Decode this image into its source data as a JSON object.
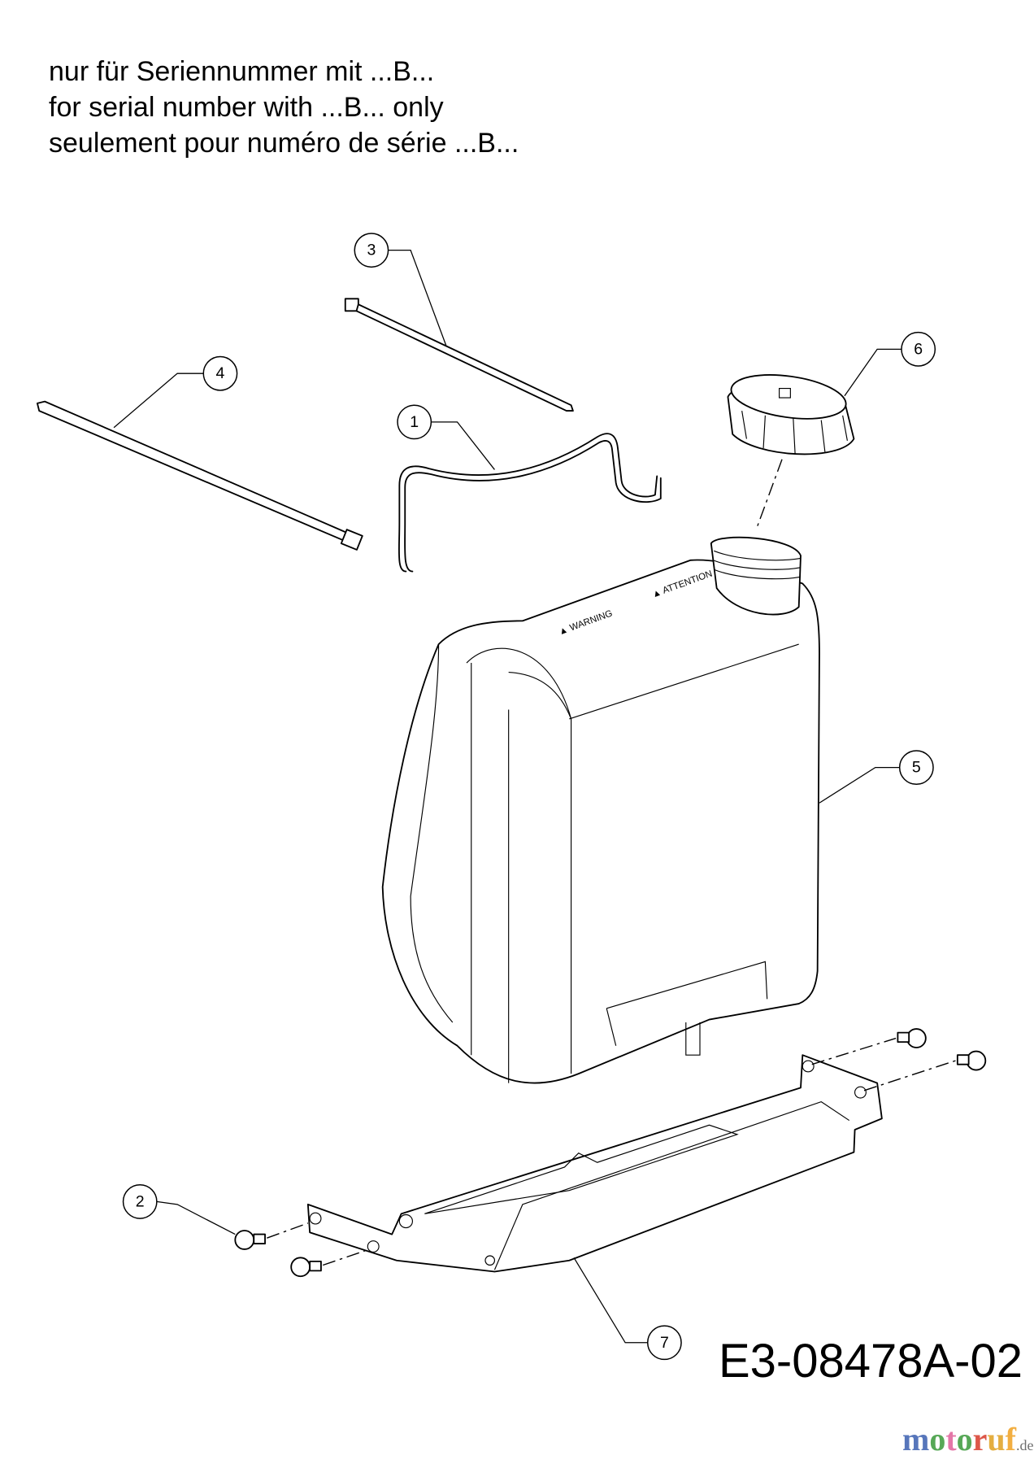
{
  "header": {
    "notes": [
      "nur für Seriennummer mit ...B...",
      "for serial number with ...B... only",
      "seulement pour numéro de série ...B..."
    ]
  },
  "callouts": [
    {
      "label": "1",
      "part": "wire-bracket"
    },
    {
      "label": "2",
      "part": "screw"
    },
    {
      "label": "3",
      "part": "cable-tie-short"
    },
    {
      "label": "4",
      "part": "cable-tie-long"
    },
    {
      "label": "5",
      "part": "fuel-tank"
    },
    {
      "label": "6",
      "part": "tank-cap"
    },
    {
      "label": "7",
      "part": "tank-mounting-bracket"
    }
  ],
  "footer": {
    "drawing_code": "E3-08478A-02",
    "watermark": "motoruf.de"
  },
  "colors": {
    "watermark_letters": [
      "#3a5fb0",
      "#3a9a3a",
      "#e0609a",
      "#3a9a3a",
      "#d83a2a",
      "#e0a020",
      "#f0a020"
    ]
  }
}
